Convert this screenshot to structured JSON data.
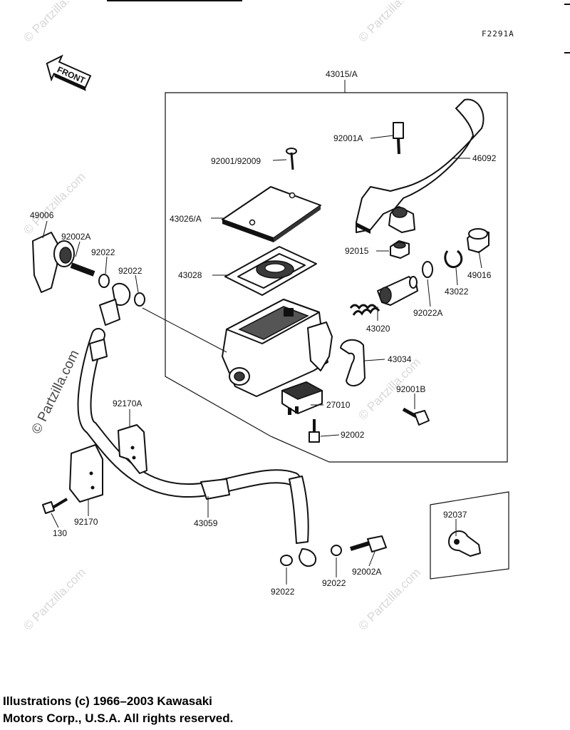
{
  "diagram_code": "F2291A",
  "direction_label": "FRONT",
  "watermark": "© Partzilla.com",
  "copyright": {
    "line1": "Illustrations (c) 1966–2003 Kawasaki",
    "line2": "Motors Corp., U.S.A.  All rights reserved."
  },
  "parts": [
    "43015/A",
    "92001A",
    "92001/92009",
    "46092",
    "43026/A",
    "49006",
    "92002A",
    "92022",
    "92022",
    "43028",
    "92015",
    "43020",
    "92022A",
    "43022",
    "49016",
    "43034",
    "92001B",
    "27010",
    "92002",
    "92170A",
    "92170",
    "130",
    "43059",
    "92037",
    "92022",
    "92022",
    "92002A"
  ]
}
